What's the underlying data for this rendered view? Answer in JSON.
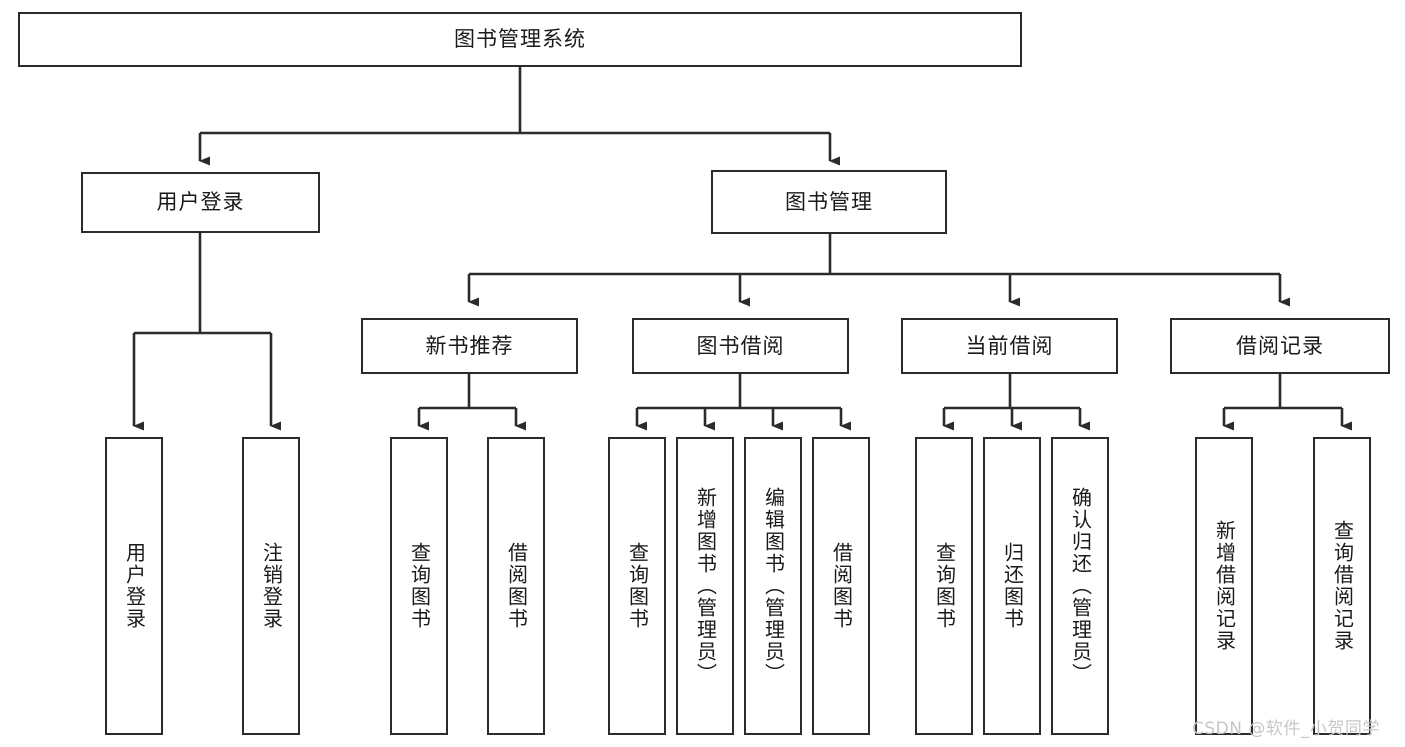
{
  "diagram": {
    "type": "tree-hierarchy",
    "title": "图书管理系统",
    "watermark": "CSDN @软件_小贺同学",
    "colors": {
      "border": "#2b2b2b",
      "background": "#ffffff",
      "text": "#1a1a1a",
      "connector": "#2b2b2b",
      "watermark": "#c7c7c7"
    },
    "root": {
      "label": "图书管理系统"
    },
    "level2": [
      {
        "label": "用户登录"
      },
      {
        "label": "图书管理"
      }
    ],
    "level3": [
      {
        "label": "新书推荐"
      },
      {
        "label": "图书借阅"
      },
      {
        "label": "当前借阅"
      },
      {
        "label": "借阅记录"
      }
    ],
    "leaves": {
      "user_login": [
        {
          "label": "用户登录"
        },
        {
          "label": "注销登录"
        }
      ],
      "new_book_recommend": [
        {
          "label": "查询图书"
        },
        {
          "label": "借阅图书"
        }
      ],
      "book_borrow": [
        {
          "label": "查询图书"
        },
        {
          "label": "新增图书（管理员）"
        },
        {
          "label": "编辑图书（管理员）"
        },
        {
          "label": "借阅图书"
        }
      ],
      "current_borrow": [
        {
          "label": "查询图书"
        },
        {
          "label": "归还图书"
        },
        {
          "label": "确认归还（管理员）"
        }
      ],
      "borrow_record": [
        {
          "label": "新增借阅记录"
        },
        {
          "label": "查询借阅记录"
        }
      ]
    }
  }
}
